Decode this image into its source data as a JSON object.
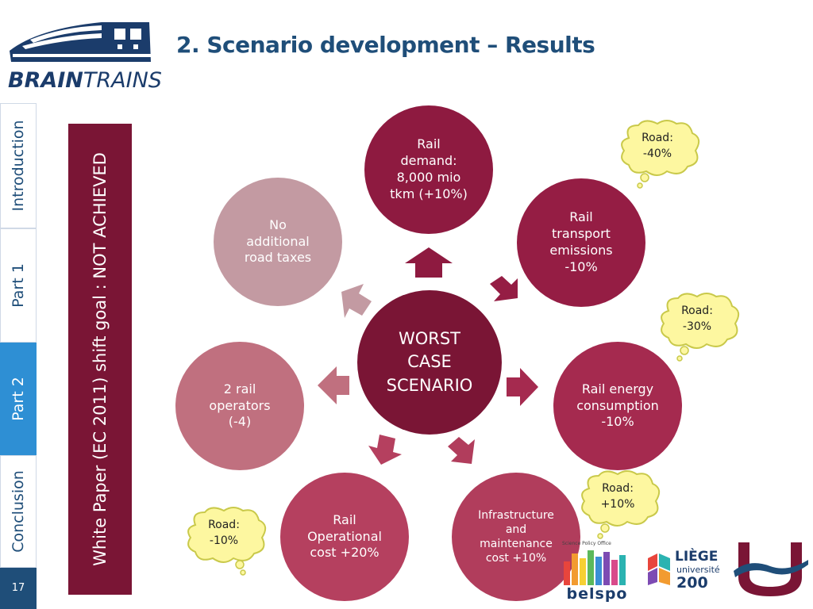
{
  "logo": {
    "brand_bold": "BRAIN",
    "brand_thin": "TRAINS"
  },
  "title": "2. Scenario development – Results",
  "nav": {
    "items": [
      "Introduction",
      "Part 1",
      "Part 2",
      "Conclusion"
    ],
    "active": "Part 2",
    "page_number": "17"
  },
  "banner": "White Paper (EC  2011) shift goal : NOT ACHIEVED",
  "diagram": {
    "center": "WORST\nCASE\nSCENARIO",
    "nodes": {
      "rail_demand": "Rail\ndemand:\n8,000 mio\ntkm (+10%)",
      "rail_emissions": "Rail\ntransport\nemissions\n-10%",
      "rail_energy": "Rail energy\nconsumption\n-10%",
      "infrastructure": "Infrastructure\nand\nmaintenance\ncost +10%",
      "operational": "Rail\nOperational\ncost +20%",
      "operators": "2 rail\noperators\n(-4)",
      "taxes": "No\nadditional\nroad taxes"
    }
  },
  "bubbles": {
    "road_top": "Road:\n-40%",
    "road_mid": "Road:\n-30%",
    "road_low": "Road:\n+10%",
    "road_left": "Road:\n-10%"
  },
  "partner_logos": {
    "belspo": "belspo",
    "belspo_tag": "Science Policy Office",
    "liege_1": "LIÈGE",
    "liege_2": "université",
    "liege_3": "200"
  },
  "colors": {
    "title": "#1f4e79",
    "banner": "#7a1535",
    "nav_active": "#2e8fd4",
    "bubble_fill": "#fdf7a0",
    "bubble_stroke": "#c9c94a"
  }
}
